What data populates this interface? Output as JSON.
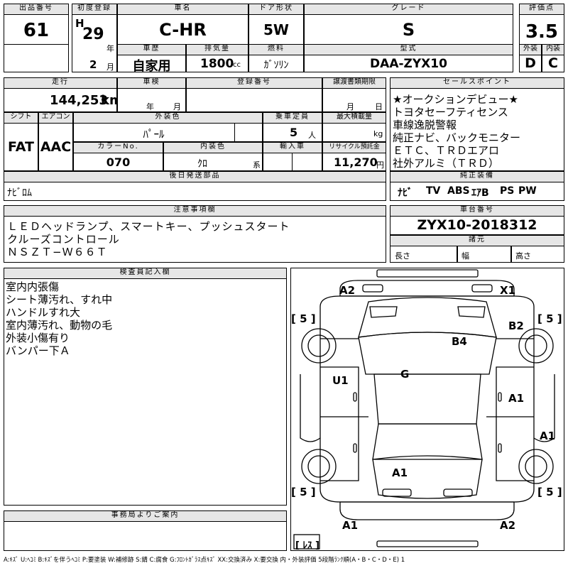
{
  "header": {
    "lot_label": "出品番号",
    "lot": "61",
    "first_reg_label": "初度登録",
    "era": "H",
    "year": "29",
    "year_unit": "年",
    "month": "2",
    "month_unit": "月",
    "car_name_label": "車名",
    "car_name": "C-HR",
    "door_label": "ドア形状",
    "door": "5W",
    "grade_label": "グレード",
    "grade": "S",
    "score_label": "評価点",
    "score": "3.5",
    "history_label": "車歴",
    "history": "自家用",
    "displacement_label": "排気量",
    "displacement": "1800",
    "displacement_unit": "cc",
    "fuel_label": "燃料",
    "fuel": "ｶﾞｿﾘﾝ",
    "model_label": "型式",
    "model": "DAA-ZYX10",
    "exterior_label": "外装",
    "exterior": "D",
    "interior_label": "内装",
    "interior": "C"
  },
  "specs": {
    "mileage_label": "走行",
    "mileage": "144,253",
    "mileage_unit": "km",
    "inspection_label": "車検",
    "year_unit": "年",
    "month_unit": "月",
    "reg_no_label": "登録番号",
    "transfer_label": "譲渡書類期限",
    "transfer_month_unit": "月",
    "transfer_day_unit": "日",
    "shift_label": "シフト",
    "shift": "FAT",
    "aircon_label": "エアコン",
    "aircon": "AAC",
    "color_label": "外装色",
    "color": "ﾊﾟｰﾙ",
    "capacity_label": "乗車定員",
    "capacity": "5",
    "capacity_unit": "人",
    "load_label": "最大積載量",
    "load_unit": "kg",
    "color_no_label": "カラーNo.",
    "color_no": "070",
    "int_color_label": "内装色",
    "int_color": "ｸﾛ",
    "int_color_unit": "系",
    "import_label": "輸入車",
    "recycle_label": "リサイクル預託金",
    "recycle": "11,270",
    "recycle_unit": "円",
    "later_label": "後日発送部品",
    "later": "ﾅﾋﾞﾛﾑ"
  },
  "sales": {
    "label": "セールスポイント",
    "lines": [
      "★オークションデビュー★",
      "トヨタセーフティセンス",
      "車線逸脱警報",
      "純正ナビ、バックモニター",
      "ＥＴＣ、ＴＲＤエアロ",
      "社外アルミ（ＴＲＤ）"
    ]
  },
  "equipment": {
    "label": "純正装備",
    "items": [
      "ﾅﾋﾞ",
      "TV",
      "ABS",
      "ｴｱB",
      "PS",
      "PW"
    ]
  },
  "notes": {
    "label": "注意事項欄",
    "lines": [
      "ＬＥＤヘッドランプ、スマートキー、プッシュスタート",
      "クルーズコントロール",
      "ＮＳＺＴ−Ｗ６６Ｔ"
    ]
  },
  "chassis": {
    "label": "車台番号",
    "value": "ZYX10-2018312",
    "dim_label": "諸元",
    "length": "長さ",
    "width": "幅",
    "height": "高さ"
  },
  "inspector": {
    "label": "検査員記入欄",
    "lines": [
      "室内内張傷",
      "シート薄汚れ、すれ中",
      "ハンドルすれ大",
      "室内薄汚れ、動物の毛",
      "外装小傷有り",
      "バンパー下Ａ"
    ]
  },
  "office": {
    "label": "事務局よりご案内"
  },
  "diagram": {
    "marks": [
      "A2",
      "X1",
      "B2",
      "B4",
      "U1",
      "G",
      "A1",
      "A1",
      "A1",
      "A1",
      "A2"
    ],
    "tires": [
      "[ 5 ]",
      "[ 5 ]",
      "[ 5 ]",
      "[ 5 ]",
      "[ ﾚｽ ]"
    ]
  },
  "legend": "A:ｷｽﾞ U:ﾍｺﾐ B:ｷｽﾞを伴うﾍｺﾐ P:要塗装 W:補修跡 S:錆 C:腐食 G:ﾌﾛﾝﾄｶﾞﾗｽ点ｷｽﾞ XX:交換済み X:要交換 内・外装評価 5段階ﾗﾝｸ順(A・B・C・D・E) 1"
}
